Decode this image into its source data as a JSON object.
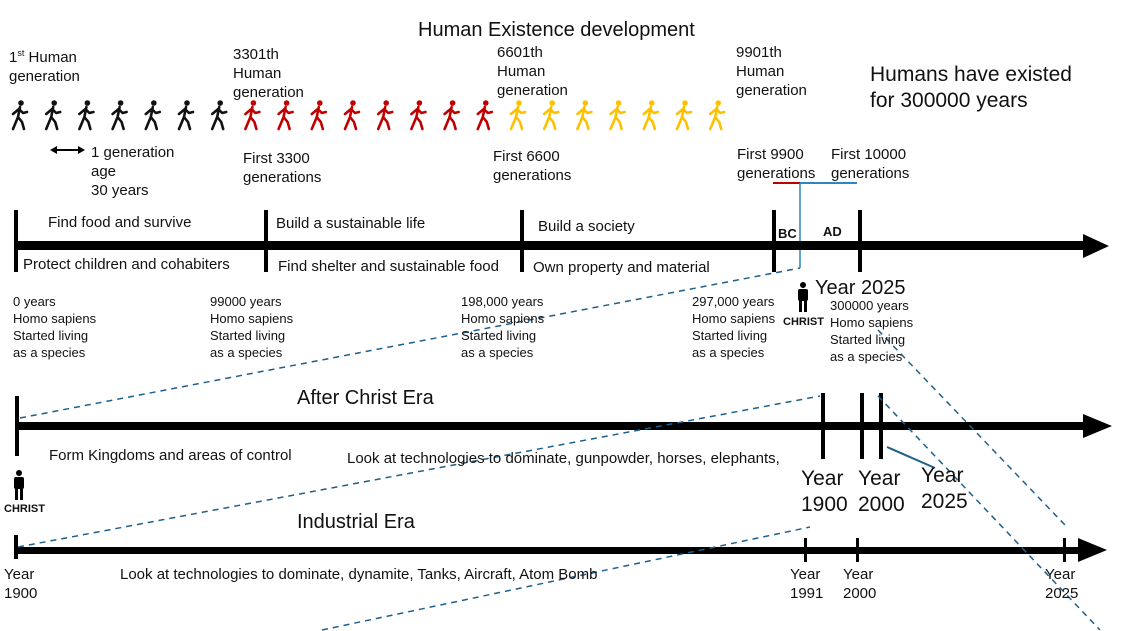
{
  "title": "Human Existence development",
  "summary": "Humans have existed\nfor 300000 years",
  "generations": {
    "first": {
      "ordinal": "1",
      "suffix": "st",
      "rest": " Human\ngeneration"
    },
    "g3301": "3301th\nHuman\ngeneration",
    "g6601": "6601th\nHuman\ngeneration",
    "g9901": "9901th\nHuman\ngeneration",
    "gen_age": "1 generation\nage\n30 years",
    "first_3300": "First 3300\ngenerations",
    "first_6600": "First 6600\ngenerations",
    "first_9900": "First 9900\ngenerations",
    "first_10000": "First 10000\ngenerations",
    "figure_groups": [
      {
        "count": 7,
        "color": "#111111"
      },
      {
        "count": 8,
        "color": "#c00000"
      },
      {
        "count": 7,
        "color": "#ffc000"
      }
    ]
  },
  "timeline1": {
    "segments_top": [
      "Find food and survive",
      "Build a sustainable life",
      "Build a society"
    ],
    "segments_bottom": [
      "Protect children and cohabiters",
      "Find shelter and sustainable food",
      "Own property and material"
    ],
    "bc": "BC",
    "ad": "AD",
    "year_2025": "Year 2025",
    "christ": "CHRIST",
    "milestones": [
      "0 years\nHomo sapiens\nStarted living\nas a species",
      "99000 years\nHomo sapiens\nStarted living\nas a species",
      "198,000 years\nHomo sapiens\nStarted living\nas a species",
      "297,000 years\nHomo sapiens\nStarted living\nas a species",
      "300000 years\nHomo sapiens\nStarted living\nas a species"
    ]
  },
  "timeline2": {
    "title": "After Christ Era",
    "christ": "CHRIST",
    "text1": "Form Kingdoms and areas of control",
    "text2": "Look at technologies to  dominate, gunpowder, horses, elephants,",
    "y1900": "Year\n1900",
    "y2000": "Year\n2000",
    "y2025": "Year\n2025"
  },
  "timeline3": {
    "title": "Industrial Era",
    "text": "Look at technologies to  dominate, dynamite, Tanks, Aircraft, Atom Bomb",
    "y1900": "Year\n1900",
    "y1991": "Year\n1991",
    "y2000": "Year\n2000",
    "y2025": "Year\n2025"
  },
  "colors": {
    "line": "#000000",
    "dash": "#1f5f8b",
    "blue": "#2e86c1",
    "red": "#c00000",
    "yellow": "#ffc000"
  }
}
